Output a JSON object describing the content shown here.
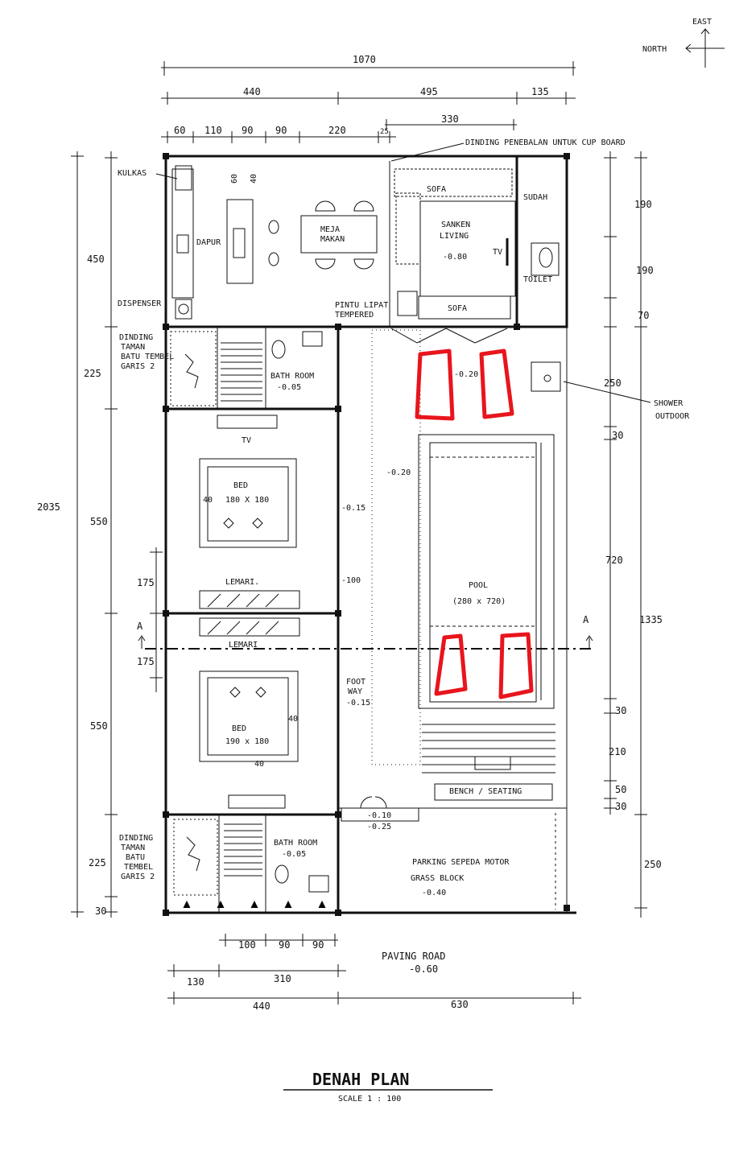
{
  "compass": {
    "east": "EAST",
    "north": "NORTH"
  },
  "dims": {
    "total_top": "1070",
    "d440": "440",
    "d495": "495",
    "d135": "135",
    "d330": "330",
    "d60": "60",
    "d110": "110",
    "d90a": "90",
    "d90b": "90",
    "d220": "220",
    "d25": "25",
    "left_450": "450",
    "left_225a": "225",
    "left_2035": "2035",
    "left_550a": "550",
    "left_175a": "175",
    "left_175b": "175",
    "left_550b": "550",
    "left_225b": "225",
    "left_30": "30",
    "r190a": "190",
    "r190b": "190",
    "r70": "70",
    "r250a": "250",
    "r30a": "30",
    "r720": "720",
    "r1335": "1335",
    "r30b": "30",
    "r210": "210",
    "r50": "50",
    "r30c": "30",
    "r250b": "250",
    "b100": "100",
    "b90a": "90",
    "b90b": "90",
    "b130": "130",
    "b310": "310",
    "b440": "440",
    "b630": "630",
    "v60": "60",
    "v40": "40",
    "bed_40a": "40",
    "bed_40b": "40",
    "bed_40c": "40"
  },
  "labels": {
    "kulkas": "KULKAS",
    "dapur": "DAPUR",
    "dispenser": "DISPENSER",
    "meja1": "MEJA",
    "meja2": "MAKAN",
    "dinding_top": "DINDING PENEBALAN UNTUK CUP BOARD",
    "sofa_top": "SOFA",
    "sofa_bottom": "SOFA",
    "sanken1": "SANKEN",
    "sanken2": "LIVING",
    "sanken3": "-0.80",
    "tv_living": "TV",
    "sudah": "SUDAH",
    "toilet": "TOILET",
    "pintu1": "PINTU LIPAT",
    "pintu2": "TEMPERED",
    "dt1_1": "DINDING",
    "dt1_2": "TAMAN",
    "dt1_3": "BATU TEMBEL",
    "dt1_4": "GARIS 2",
    "bath1_1": "BATH ROOM",
    "bath1_2": "-0.05",
    "lev_020a": "-0.20",
    "lev_020b": "-0.20",
    "shower1": "SHOWER",
    "shower2": "OUTDOOR",
    "tv_bed": "TV",
    "bed1_1": "BED",
    "bed1_2": "180 X 180",
    "lev_015a": "-0.15",
    "lemari1": "LEMARI.",
    "lev_100": "-100",
    "pool1": "POOL",
    "pool2": "(280 x 720)",
    "lemari2": "LEMARI",
    "fw1": "FOOT",
    "fw2": "WAY",
    "fw3": "-0.15",
    "bed2_1": "BED",
    "bed2_2": "190 x 180",
    "bench": "BENCH / SEATING",
    "lev_010": "-0.10",
    "lev_025": "-0.25",
    "dt2_1": "DINDING",
    "dt2_2": "TAMAN",
    "dt2_3": "BATU",
    "dt2_4": "TEMBEL",
    "dt2_5": "GARIS 2",
    "bath2_1": "BATH ROOM",
    "bath2_2": "-0.05",
    "park1": "PARKING SEPEDA MOTOR",
    "park2": "GRASS BLOCK",
    "park3": "-0.40",
    "road1": "PAVING ROAD",
    "road2": "-0.60",
    "sec_a1": "A",
    "sec_a2": "A",
    "sec_a3": "A"
  },
  "title": {
    "main": "DENAH PLAN",
    "scale": "SCALE 1 : 100"
  },
  "colors": {
    "ink": "#111111",
    "markup": "#e8151d",
    "paper": "#ffffff"
  }
}
